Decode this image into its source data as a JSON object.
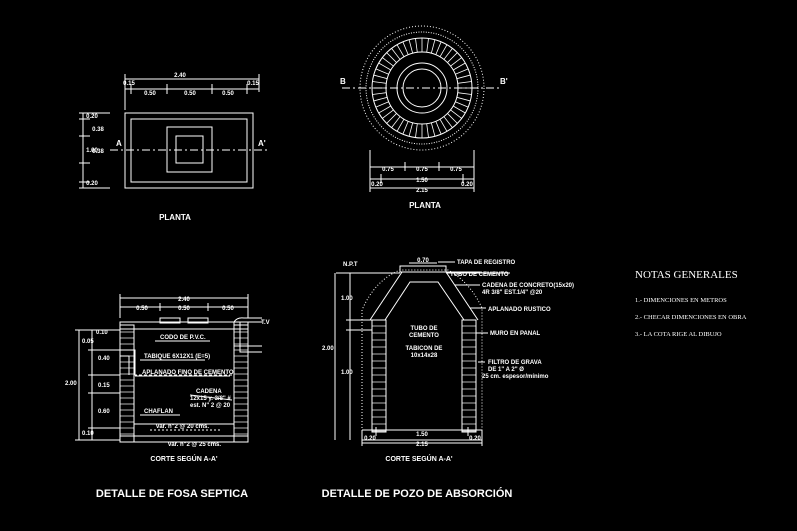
{
  "labels": {
    "planta1": "PLANTA",
    "planta2": "PLANTA",
    "corte1": "CORTE SEGÚN A-A'",
    "corte2": "CORTE SEGÚN A-A'",
    "fosa_title": "DETALLE DE FOSA SEPTICA",
    "pozo_title": "DETALLE DE POZO DE ABSORCIÓN",
    "sec_a": "A",
    "sec_a2": "A'",
    "sec_b": "B",
    "sec_b2": "B'"
  },
  "notes": {
    "title": "NOTAS GENERALES",
    "items": [
      "1.- DIMENCIONES EN METROS",
      "2.- CHECAR DIMENCIONES EN OBRA",
      "3.- LA COTA RIGE AL DIBUJO"
    ]
  },
  "dims_plan1": {
    "top_total": "2.40",
    "top_l": "0.15",
    "top_r": "0.15",
    "top_a": "0.50",
    "top_b": "0.50",
    "top_c": "0.50",
    "left_1": "0.20",
    "left_2": "0.38",
    "left_3": "1.00",
    "left_4": "0.38",
    "left_5": "0.20"
  },
  "dims_plan2": {
    "row1_a": "0.75",
    "row1_b": "0.75",
    "row1_c": "0.75",
    "row2_l": "0.20",
    "row2_m": "1.50",
    "row2_r": "0.20",
    "row3": "2.15"
  },
  "fosa_section": {
    "top_total": "2.40",
    "top_a": "0.50",
    "top_b": "0.50",
    "top_c": "0.50",
    "tv": "T.V",
    "left_a": "0.10",
    "left_b": "0.40",
    "left_c": "0.15",
    "left_d": "0.60",
    "left_e": "0.10",
    "left_total": "2.00",
    "dim_05": "0.05",
    "codo": "CODO DE P.V.C.",
    "tabique": "TABIQUE 6X12X1 (E=5)",
    "aplanado": "APLANADO FINO DE CEMENTO",
    "cadena1": "CADENA",
    "cadena2": "12x15 y. 3/8\" #",
    "cadena3": "est. N\" 2 @ 20",
    "chaflan": "CHAFLAN",
    "var1": "var. n\"2 @ 20 cms.",
    "var2": "var. n\"2 @ 25 cms."
  },
  "pozo_section": {
    "npt": "N.P.T",
    "tapa_dim": "0.70",
    "tapa": "TAPA DE REGISTRO",
    "tubo": "TUBO DE CEMENTO",
    "cadena1": "CADENA DE CONCRETO(15x20)",
    "cadena2": "4R 3/8\" EST.1/4\" @20",
    "aplanado": "APLANADO RUSTICO",
    "muro": "MURO EN PANAL",
    "filtro1": "FILTRO DE GRAVA",
    "filtro2": "DE 1\" A 2\" Ø",
    "filtro3": "25 cm. espesor/mínimo",
    "tubo_lbl1": "TUBO DE",
    "tubo_lbl2": "CEMENTO",
    "tabicon1": "TABICON DE",
    "tabicon2": "10x14x28",
    "left_a": "1.00",
    "left_b": "1.00",
    "left_total": "2.00",
    "bot_l": "0.20",
    "bot_m": "1.50",
    "bot_r": "0.20",
    "bot_total": "2.15"
  }
}
